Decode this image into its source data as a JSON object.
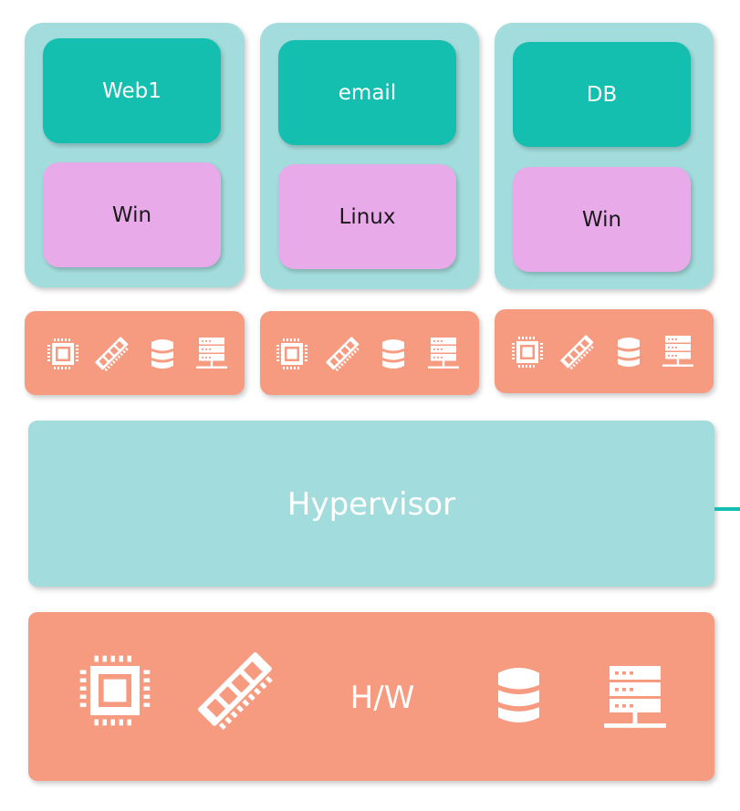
{
  "vms": [
    {
      "app": "Web1",
      "os": "Win"
    },
    {
      "app": "email",
      "os": "Linux"
    },
    {
      "app": "DB",
      "os": "Win"
    }
  ],
  "hypervisor": {
    "label": "Hypervisor"
  },
  "hardware": {
    "label": "H/W"
  },
  "icons": [
    "cpu-icon",
    "memory-icon",
    "storage-icon",
    "server-network-icon"
  ],
  "colors": {
    "vm_container": "#a3dcdc",
    "application": "#14bfb0",
    "os": "#e9aaea",
    "resources": "#f79b80",
    "hypervisor": "#a3dcdc"
  }
}
